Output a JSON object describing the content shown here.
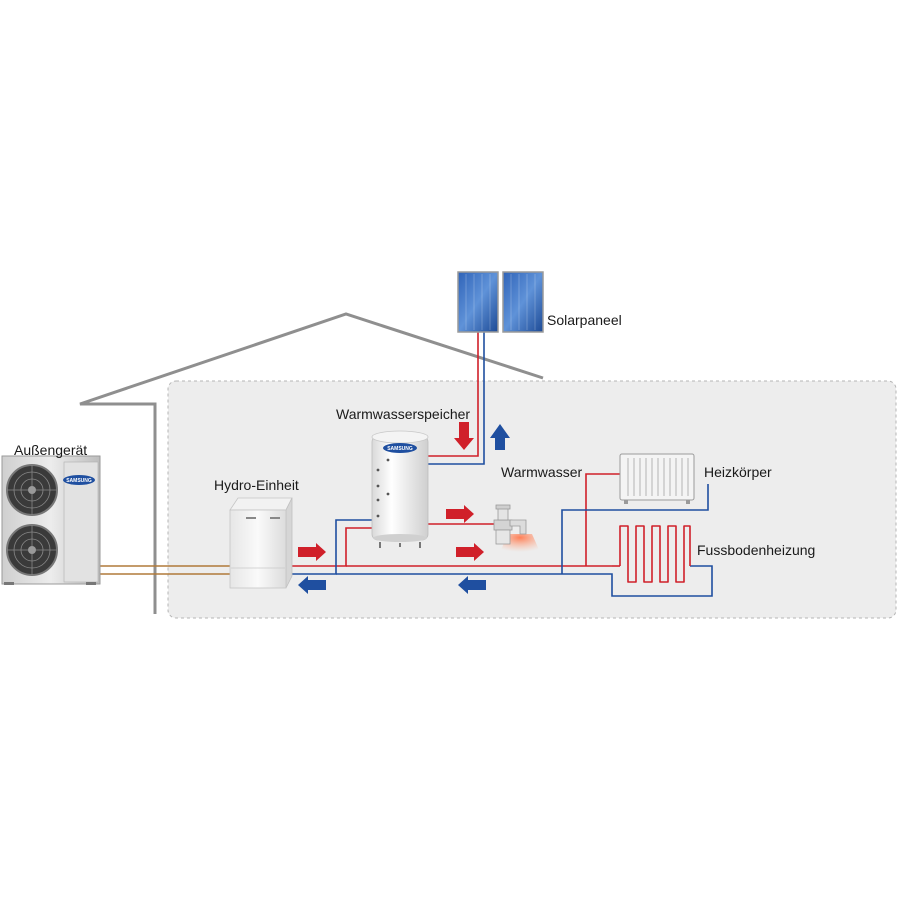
{
  "labels": {
    "outdoor_unit": "Außengerät",
    "hydro_unit": "Hydro-Einheit",
    "hot_water_tank": "Warmwasserspeicher",
    "solar_panel": "Solarpaneel",
    "hot_water": "Warmwasser",
    "radiator": "Heizkörper",
    "floor_heating": "Fussbodenheizung"
  },
  "brand": {
    "outdoor_logo": "SAMSUNG",
    "tank_logo": "SAMSUNG"
  },
  "colors": {
    "supply_pipe": "#d0202a",
    "return_pipe": "#1f4fa0",
    "refrigerant_pipe": "#b07a3a",
    "house_outline": "#8f8f8f",
    "interior_fill": "#ededed",
    "brand_blue": "#1f4fa0"
  }
}
